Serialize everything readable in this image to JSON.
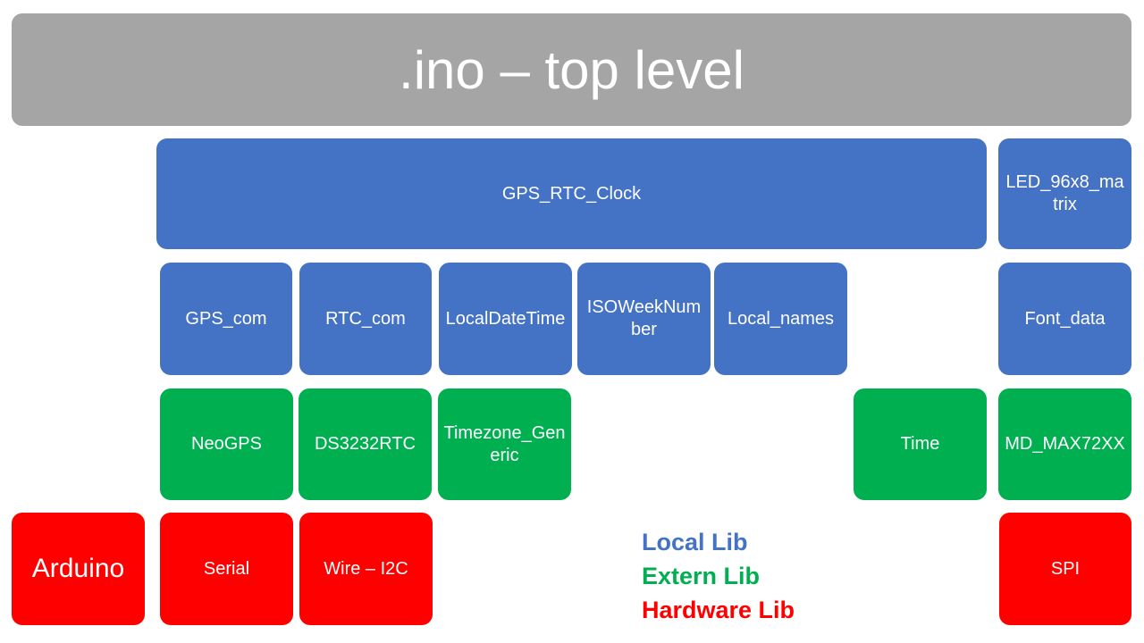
{
  "title": ".ino – top level",
  "colors": {
    "top": "#a5a5a5",
    "local": "#4472c4",
    "extern": "#00b050",
    "hardware": "#ff0000"
  },
  "local_libs": {
    "gps_rtc_clock": "GPS_RTC_Clock",
    "led_matrix": "LED_96x8_matrix",
    "gps_com": "GPS_com",
    "rtc_com": "RTC_com",
    "localdatetime": "LocalDateTime",
    "isoweeknumber": "ISOWeekNumber",
    "local_names": "Local_names",
    "font_data": "Font_data"
  },
  "extern_libs": {
    "neogps": "NeoGPS",
    "ds3232rtc": "DS3232RTC",
    "timezone": "Timezone_Generic",
    "time": "Time",
    "md_max72xx": "MD_MAX72XX"
  },
  "hardware_libs": {
    "arduino": "Arduino",
    "serial": "Serial",
    "wire": "Wire – I2C",
    "spi": "SPI"
  },
  "legend": {
    "local": "Local Lib",
    "extern": "Extern Lib",
    "hardware": "Hardware Lib"
  }
}
